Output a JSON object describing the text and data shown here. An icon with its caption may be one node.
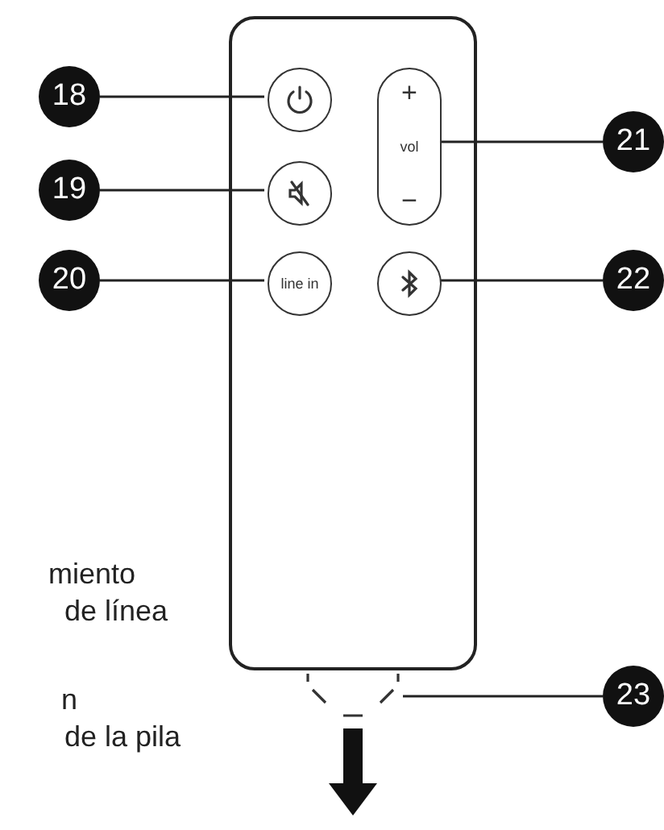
{
  "diagram": {
    "nodes": [
      {
        "text": [],
        "shape": "box"
      },
      {
        "text": [
          "18"
        ]
      },
      {
        "text": [],
        "shape": "circle",
        "in": 0
      },
      {
        "text": [
          "19"
        ]
      },
      {
        "text": [],
        "shape": "circle",
        "in": 0
      },
      {
        "text": [
          "20"
        ]
      },
      {
        "text": [
          "line in"
        ],
        "in": 0
      },
      {
        "text": [
          "21"
        ]
      },
      {
        "text": [
          "+",
          "vol",
          "−"
        ],
        "in": 0
      },
      {
        "text": [
          "22"
        ]
      },
      {
        "text": [],
        "shape": "circle",
        "in": 0
      },
      {
        "text": [
          "23"
        ]
      },
      {
        "text": [],
        "shape": "box"
      }
    ],
    "edges": [
      {
        "from": 1,
        "to": 2,
        "arrow": "none"
      },
      {
        "from": 3,
        "to": 4,
        "arrow": "none"
      },
      {
        "from": 5,
        "to": 6,
        "arrow": "none"
      },
      {
        "from": 7,
        "to": 8,
        "arrow": "none"
      },
      {
        "from": 9,
        "to": 10,
        "arrow": "none"
      },
      {
        "from": 11,
        "to": 12,
        "arrow": "none"
      }
    ],
    "labels": [
      "miento",
      "de línea",
      "n",
      "de la pila"
    ]
  }
}
